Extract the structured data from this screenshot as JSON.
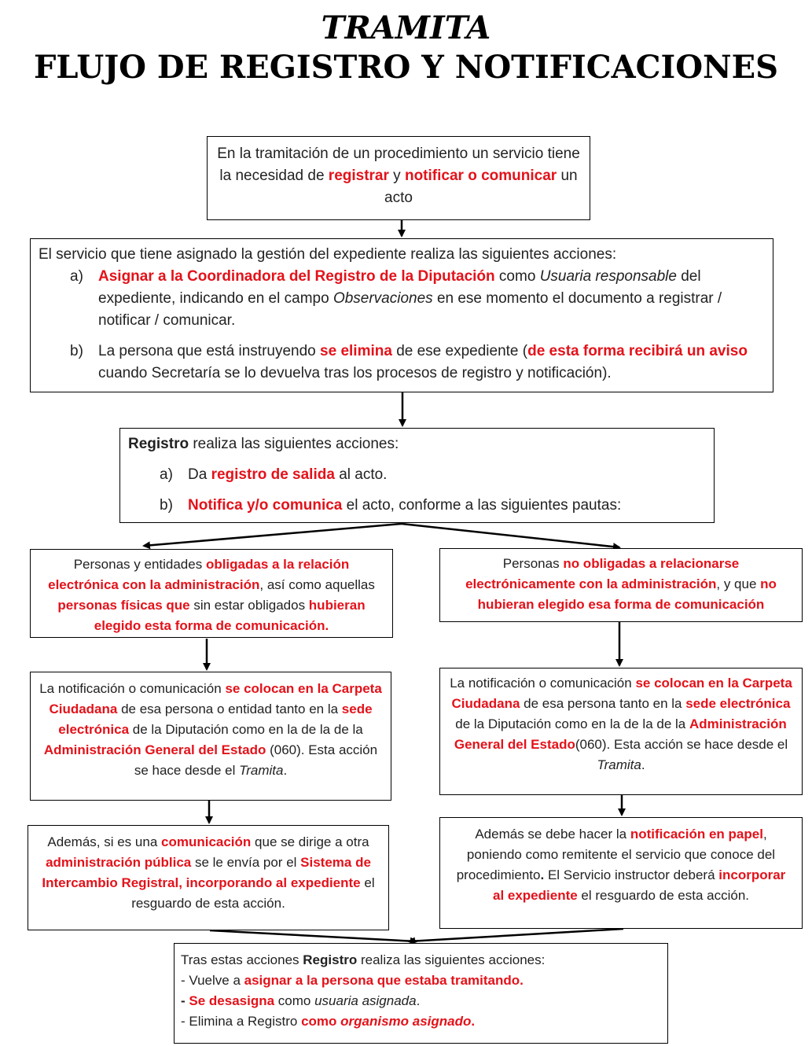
{
  "title": {
    "line1": "TRAMITA",
    "line2": "FLUJO DE REGISTRO Y NOTIFICACIONES"
  },
  "box1": {
    "p1": "En la tramitación de un procedimiento un servicio tiene la necesidad de ",
    "h1": "registrar",
    "p2": " y ",
    "h2": "notificar o comunicar",
    "p3": " un acto"
  },
  "box2": {
    "intro": "El servicio que tiene asignado la gestión del expediente realiza las siguientes acciones:",
    "a_mark": "a)",
    "a_h1": "Asignar a la Coordinadora del Registro de la Diputación",
    "a_p1": " como ",
    "a_i1": "Usuaria responsable",
    "a_p2": "  del expediente, indicando en el campo ",
    "a_i2": "Observaciones",
    "a_p3": " en ese momento el documento a registrar / notificar / comunicar.",
    "b_mark": "b)",
    "b_p1": "La persona que está instruyendo ",
    "b_h1": "se elimina",
    "b_p2": " de ese expediente (",
    "b_h2": "de esta forma recibirá un aviso",
    "b_p3": " cuando Secretaría se lo devuelva tras los procesos de registro y notificación)."
  },
  "box3": {
    "b1": "Registro",
    "p1": " realiza las siguientes acciones:",
    "a_mark": "a)",
    "a_p1": "Da ",
    "a_h1": "registro de salida",
    "a_p2": " al acto.",
    "b_mark": "b)",
    "b_h1": "Notifica y/o comunica",
    "b_p2": " el acto, conforme a las siguientes pautas:"
  },
  "left1": {
    "p1": "Personas y entidades ",
    "h1": "obligadas a la relación electrónica con la administración",
    "p2": ", así como aquellas ",
    "h2": "personas físicas que",
    "p3": " sin estar obligados ",
    "h3": "hubieran elegido esta forma de comunicación."
  },
  "right1": {
    "p1": "Personas  ",
    "h1": "no obligadas a relacionarse electrónicamente con la administración",
    "p2": ", y que ",
    "h2": "no hubieran elegido esa forma de comunicación"
  },
  "left2": {
    "p1": "La notificación o comunicación ",
    "h1": "se colocan en la Carpeta Ciudadana",
    "p2": " de esa persona o entidad tanto en la ",
    "h2": "sede electrónica",
    "p3": " de la Diputación como en la de la de la ",
    "h3": "Administración General del Estado",
    "p4": " (060). Esta acción se hace desde el ",
    "i1": "Tramita",
    "p5": "."
  },
  "right2": {
    "p1": "La notificación o comunicación ",
    "h1": "se colocan en la Carpeta Ciudadana",
    "p2": " de esa persona tanto en la ",
    "h2": "sede electrónica",
    "p3": " de la Diputación como en la de la de la ",
    "h3": "Administración General del Estado",
    "p4": "(060). Esta acción se hace desde el ",
    "i1": "Tramita",
    "p5": "."
  },
  "left3": {
    "p1": "Además, si es una ",
    "h1": "comunicación",
    "p2": " que se dirige a otra ",
    "h2": "administración pública",
    "p3": " se le envía por el ",
    "h3": "Sistema de Intercambio Registral, incorporando al expediente",
    "p4": " el resguardo de esta acción."
  },
  "right3": {
    "p1": "Además se debe hacer la ",
    "h1": "notificación en papel",
    "p2": ", poniendo como remitente el servicio que conoce del procedimiento",
    "b1": ".",
    "p3": " El Servicio instructor deberá ",
    "h2": "incorporar al expediente",
    "p4": " el resguardo de esta acción."
  },
  "final": {
    "p1": "Tras estas acciones ",
    "b1": "Registro",
    "p2": " realiza las siguientes acciones:",
    "l1_p": "- Vuelve a ",
    "l1_h": "asignar a la persona que estaba tramitando.",
    "l2_b": "- ",
    "l2_h": "Se desasigna",
    "l2_p": " como ",
    "l2_i": "usuaria asignada",
    "l2_p2": ".",
    "l3_p": "- Elimina a Registro ",
    "l3_h": "como ",
    "l3_hi": "organismo asignado",
    "l3_h2": "."
  }
}
